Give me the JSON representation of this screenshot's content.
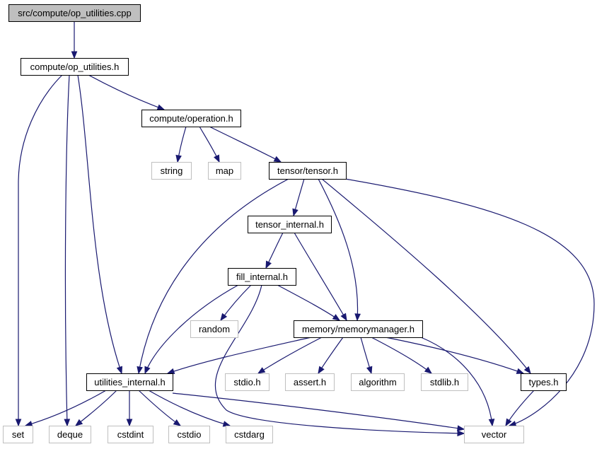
{
  "diagram": {
    "colors": {
      "edge": "#191970",
      "root_fill": "#bfbfbf",
      "node_fill": "#ffffff",
      "node_border": "#000000",
      "external_border": "#bfbfbf",
      "text": "#000000"
    },
    "nodes": [
      {
        "id": "op_utilities_cpp",
        "label": "src/compute/op_utilities.cpp",
        "kind": "root"
      },
      {
        "id": "op_utilities_h",
        "label": "compute/op_utilities.h",
        "kind": "internal"
      },
      {
        "id": "operation_h",
        "label": "compute/operation.h",
        "kind": "internal"
      },
      {
        "id": "string",
        "label": "string",
        "kind": "external"
      },
      {
        "id": "map",
        "label": "map",
        "kind": "external"
      },
      {
        "id": "tensor_h",
        "label": "tensor/tensor.h",
        "kind": "internal"
      },
      {
        "id": "tensor_internal_h",
        "label": "tensor_internal.h",
        "kind": "internal"
      },
      {
        "id": "fill_internal_h",
        "label": "fill_internal.h",
        "kind": "internal"
      },
      {
        "id": "random",
        "label": "random",
        "kind": "external"
      },
      {
        "id": "memorymanager_h",
        "label": "memory/memorymanager.h",
        "kind": "internal"
      },
      {
        "id": "utilities_internal_h",
        "label": "utilities_internal.h",
        "kind": "internal"
      },
      {
        "id": "stdio_h",
        "label": "stdio.h",
        "kind": "external"
      },
      {
        "id": "assert_h",
        "label": "assert.h",
        "kind": "external"
      },
      {
        "id": "algorithm",
        "label": "algorithm",
        "kind": "external"
      },
      {
        "id": "stdlib_h",
        "label": "stdlib.h",
        "kind": "external"
      },
      {
        "id": "types_h",
        "label": "types.h",
        "kind": "internal"
      },
      {
        "id": "set",
        "label": "set",
        "kind": "external"
      },
      {
        "id": "deque",
        "label": "deque",
        "kind": "external"
      },
      {
        "id": "cstdint",
        "label": "cstdint",
        "kind": "external"
      },
      {
        "id": "cstdio",
        "label": "cstdio",
        "kind": "external"
      },
      {
        "id": "cstdarg",
        "label": "cstdarg",
        "kind": "external"
      },
      {
        "id": "vector",
        "label": "vector",
        "kind": "external"
      }
    ],
    "edges": [
      {
        "from": "op_utilities_cpp",
        "to": "op_utilities_h"
      },
      {
        "from": "op_utilities_h",
        "to": "set"
      },
      {
        "from": "op_utilities_h",
        "to": "deque"
      },
      {
        "from": "op_utilities_h",
        "to": "utilities_internal_h"
      },
      {
        "from": "op_utilities_h",
        "to": "operation_h"
      },
      {
        "from": "operation_h",
        "to": "string"
      },
      {
        "from": "operation_h",
        "to": "map"
      },
      {
        "from": "operation_h",
        "to": "tensor_h"
      },
      {
        "from": "tensor_h",
        "to": "utilities_internal_h"
      },
      {
        "from": "tensor_h",
        "to": "tensor_internal_h"
      },
      {
        "from": "tensor_h",
        "to": "memorymanager_h"
      },
      {
        "from": "tensor_h",
        "to": "types_h"
      },
      {
        "from": "tensor_h",
        "to": "vector"
      },
      {
        "from": "tensor_internal_h",
        "to": "fill_internal_h"
      },
      {
        "from": "tensor_internal_h",
        "to": "memorymanager_h"
      },
      {
        "from": "fill_internal_h",
        "to": "random"
      },
      {
        "from": "fill_internal_h",
        "to": "memorymanager_h"
      },
      {
        "from": "fill_internal_h",
        "to": "utilities_internal_h"
      },
      {
        "from": "fill_internal_h",
        "to": "vector"
      },
      {
        "from": "memorymanager_h",
        "to": "utilities_internal_h"
      },
      {
        "from": "memorymanager_h",
        "to": "stdio_h"
      },
      {
        "from": "memorymanager_h",
        "to": "assert_h"
      },
      {
        "from": "memorymanager_h",
        "to": "algorithm"
      },
      {
        "from": "memorymanager_h",
        "to": "stdlib_h"
      },
      {
        "from": "memorymanager_h",
        "to": "types_h"
      },
      {
        "from": "memorymanager_h",
        "to": "vector"
      },
      {
        "from": "utilities_internal_h",
        "to": "set"
      },
      {
        "from": "utilities_internal_h",
        "to": "deque"
      },
      {
        "from": "utilities_internal_h",
        "to": "cstdint"
      },
      {
        "from": "utilities_internal_h",
        "to": "cstdio"
      },
      {
        "from": "utilities_internal_h",
        "to": "cstdarg"
      },
      {
        "from": "utilities_internal_h",
        "to": "vector"
      },
      {
        "from": "types_h",
        "to": "vector"
      }
    ]
  }
}
